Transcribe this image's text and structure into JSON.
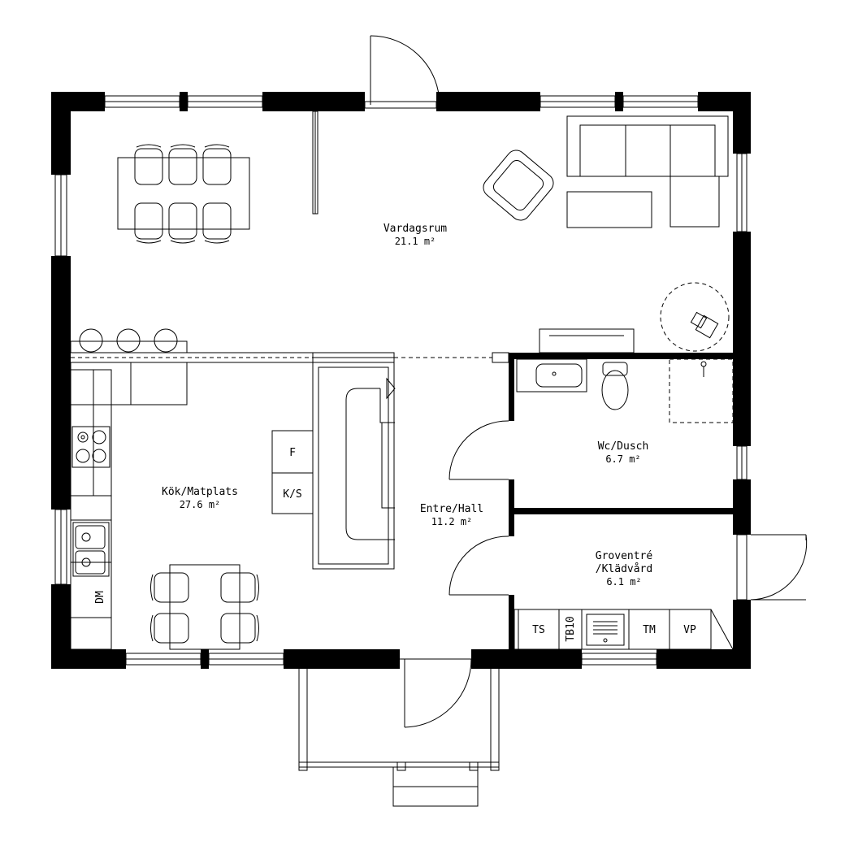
{
  "rooms": {
    "living": {
      "name": "Vardagsrum",
      "area": "21.1 m²"
    },
    "kitchen": {
      "name": "Kök/Matplats",
      "area": "27.6 m²"
    },
    "hall": {
      "name": "Entre/Hall",
      "area": "11.2 m²"
    },
    "wc": {
      "name": "Wc/Dusch",
      "area": "6.7 m²"
    },
    "utility": {
      "name_line1": "Groventré",
      "name_line2": "/Klädvård",
      "area": "6.1 m²"
    }
  },
  "appliances": {
    "fridge": "F",
    "fridge_freezer": "K/S",
    "dishwasher": "DM",
    "dryer": "TS",
    "sink_tb": "TB10",
    "washer": "TM",
    "water_heater": "VP"
  },
  "colors": {
    "walls": "#000000",
    "lines": "#000000",
    "background": "#ffffff"
  }
}
